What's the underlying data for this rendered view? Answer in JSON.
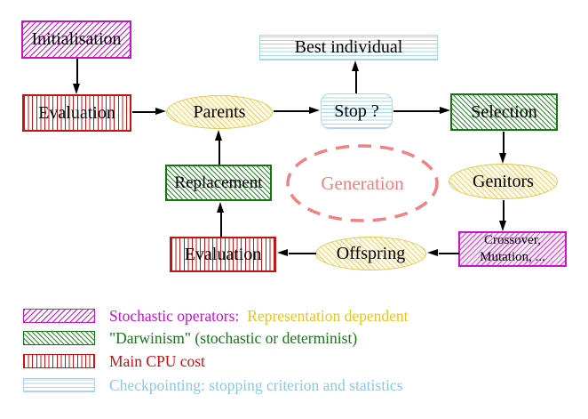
{
  "colors": {
    "magenta": "#c615c6",
    "red": "#c41414",
    "green": "#2e8b2e",
    "green-dark": "#0e7a0e",
    "green-text": "#157815",
    "cyan": "#a9d7ef",
    "cyan-text": "#8ec7e9",
    "gold": "#e2c84f",
    "cream": "#fffbe8",
    "salmon": "#ef8282",
    "yellow-text": "#e9c51c"
  },
  "nodes": {
    "initialisation": {
      "label": "Initialisation"
    },
    "evaluation_top": {
      "label": "Evaluation"
    },
    "parents": {
      "label": "Parents"
    },
    "best_individual": {
      "label": "Best individual"
    },
    "stop": {
      "label": "Stop ?"
    },
    "selection": {
      "label": "Selection"
    },
    "replacement": {
      "label": "Replacement"
    },
    "generation": {
      "label": "Generation"
    },
    "genitors": {
      "label": "Genitors"
    },
    "offspring": {
      "label": "Offspring"
    },
    "evaluation_bottom": {
      "label": "Evaluation"
    },
    "crossover": {
      "line1": "Crossover,",
      "line2": "Mutation, ..."
    }
  },
  "legend": {
    "items": [
      {
        "text": "Stochastic operators:",
        "text2": "Representation dependent"
      },
      {
        "text": "\"Darwinism\" (stochastic or determinist)"
      },
      {
        "text": "Main CPU cost"
      },
      {
        "text": "Checkpointing: stopping criterion and statistics"
      }
    ]
  }
}
